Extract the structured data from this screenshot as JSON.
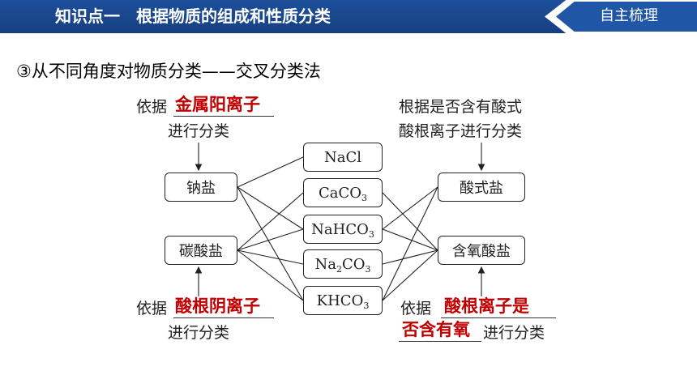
{
  "header": {
    "title": "知识点一　根据物质的组成和性质分类",
    "badge": "自主梳理",
    "colors": {
      "bar": "#1d4f9b",
      "badge": "#1f56a5"
    }
  },
  "subtitle": "③从不同角度对物质分类——交叉分类法",
  "left_top": {
    "prefix": "依据",
    "answer": "金属阳离子",
    "suffix": "进行分类"
  },
  "left_bottom": {
    "prefix": "依据",
    "answer": "酸根阴离子",
    "suffix": "进行分类"
  },
  "right_top": {
    "line1": "根据是否含有酸式",
    "line2": "酸根离子进行分类"
  },
  "right_bottom": {
    "prefix": "依据",
    "answer_line1": "酸根离子是",
    "answer_line2": "否含有氧",
    "suffix": "进行分类"
  },
  "left_boxes": [
    "钠盐",
    "碳酸盐"
  ],
  "right_boxes": [
    "酸式盐",
    "含氧酸盐"
  ],
  "compounds": [
    {
      "main": "NaCl"
    },
    {
      "main": "CaCO",
      "sub": "3"
    },
    {
      "main": "NaHCO",
      "sub": "3"
    },
    {
      "pre": "Na",
      "pre_sub": "2",
      "main": "CO",
      "sub": "3"
    },
    {
      "main": "KHCO",
      "sub": "3"
    }
  ],
  "answer_color": "#c00000"
}
